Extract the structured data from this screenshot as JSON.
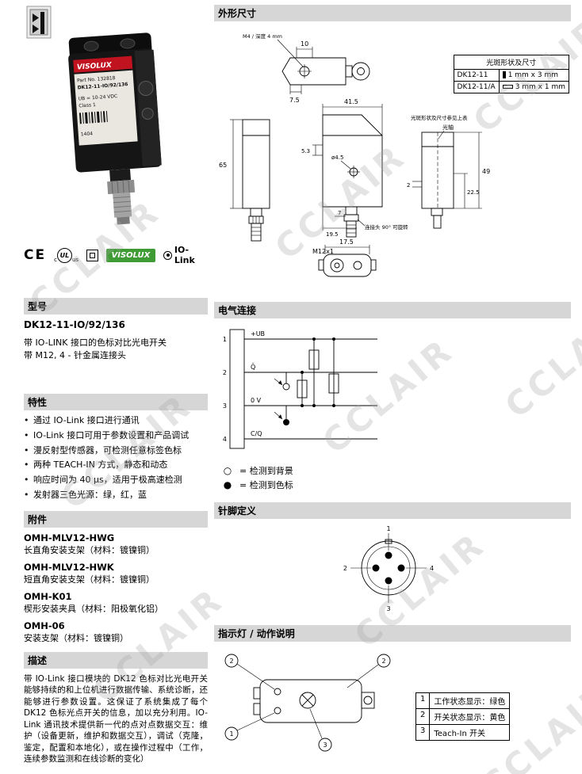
{
  "watermark": {
    "text": "CCLAIR"
  },
  "product": {
    "brand": "VISOLUX",
    "part_no": "Part No. 132818",
    "model": "DK12-11-IO/92/136",
    "voltage": "UB = 10-24 VDC",
    "class": "Class 1",
    "date_code": "1404"
  },
  "certifications": {
    "ce": "CE",
    "cul_prefix": "c",
    "cul_mark": "UL",
    "cul_suffix": "us",
    "visolux": "VISOLUX",
    "iolink": "IO-Link"
  },
  "dimensions": {
    "title": "外形尺寸",
    "spot_table": {
      "header": "光斑形状及尺寸",
      "rows": [
        {
          "model": "DK12-11",
          "size": "1 mm x 3 mm"
        },
        {
          "model": "DK12-11/A",
          "size": "3 mm x 1 mm"
        }
      ]
    },
    "labels": {
      "m4": "M4 / 深度 4 mm",
      "d10": "10",
      "d75": "7.5",
      "d415": "41.5",
      "d65": "65",
      "d53": "5.3",
      "dia45": "ø4.5",
      "d49": "49",
      "d2": "2",
      "d225": "22.5",
      "d7": "7",
      "d195": "19.5",
      "m12": "M12x1",
      "d175": "17.5",
      "rotatable": "连接头 90° 可旋转",
      "spot_ref": "光斑形状及尺寸参见上表",
      "optical_axis": "光轴"
    }
  },
  "model_section": {
    "title": "型号",
    "model": "DK12-11-IO/92/136",
    "line1": "带 IO-LINK 接口的色标对比光电开关",
    "line2": "带 M12, 4 - 针金属连接头"
  },
  "features": {
    "title": "特性",
    "items": [
      "通过 IO-Link 接口进行通讯",
      "IO-Link 接口可用于参数设置和产品调试",
      "漫反射型传感器，可检测任意标签色标",
      "两种 TEACH-IN 方式，静态和动态",
      "响应时间为 40 μs，适用于极高速检测",
      "发射器三色光源：绿，红，蓝"
    ]
  },
  "accessories": {
    "title": "附件",
    "items": [
      {
        "name": "OMH-MLV12-HWG",
        "desc": "长直角安装支架（材料：镀镍铜）"
      },
      {
        "name": "OMH-MLV12-HWK",
        "desc": "短直角安装支架（材料：镀镍铜）"
      },
      {
        "name": "OMH-K01",
        "desc": "楔形安装夹具（材料：阳极氧化铝）"
      },
      {
        "name": "OMH-06",
        "desc": "安装支架（材料：镀镍铜）"
      }
    ]
  },
  "description": {
    "title": "描述",
    "text": "带 IO-Link 接口模块的 DK12 色标对比光电开关能够持续的和上位机进行数据传输、系统诊断，还能够进行参数设置。这保证了系统集成了每个 DK12 色标光点开关的信息，加以充分利用。IO-Link 通讯技术提供新一代的点对点数据交互：维护（设备更新，维护和数据交互），调试（克隆，鉴定，配置和本地化），或在操作过程中（工作，连续参数监测和在线诊断的变化）"
  },
  "electrical": {
    "title": "电气连接",
    "pins": [
      {
        "num": "1",
        "label": "+UB"
      },
      {
        "num": "2",
        "label": "Q̄"
      },
      {
        "num": "3",
        "label": "0 V"
      },
      {
        "num": "4",
        "label": "C/Q"
      }
    ],
    "legend": [
      {
        "symbol": "○",
        "text": "=  检测到背景"
      },
      {
        "symbol": "●",
        "text": "=  检测到色标"
      }
    ]
  },
  "pin_def": {
    "title": "针脚定义",
    "pins": [
      "1",
      "2",
      "3",
      "4"
    ]
  },
  "indicator": {
    "title": "指示灯 / 动作说明",
    "callouts": [
      "2",
      "2",
      "1",
      "3"
    ],
    "table": [
      {
        "num": "1",
        "text": "工作状态显示：绿色"
      },
      {
        "num": "2",
        "text": "开关状态显示：黄色"
      },
      {
        "num": "3",
        "text": "Teach-In 开关"
      }
    ]
  }
}
